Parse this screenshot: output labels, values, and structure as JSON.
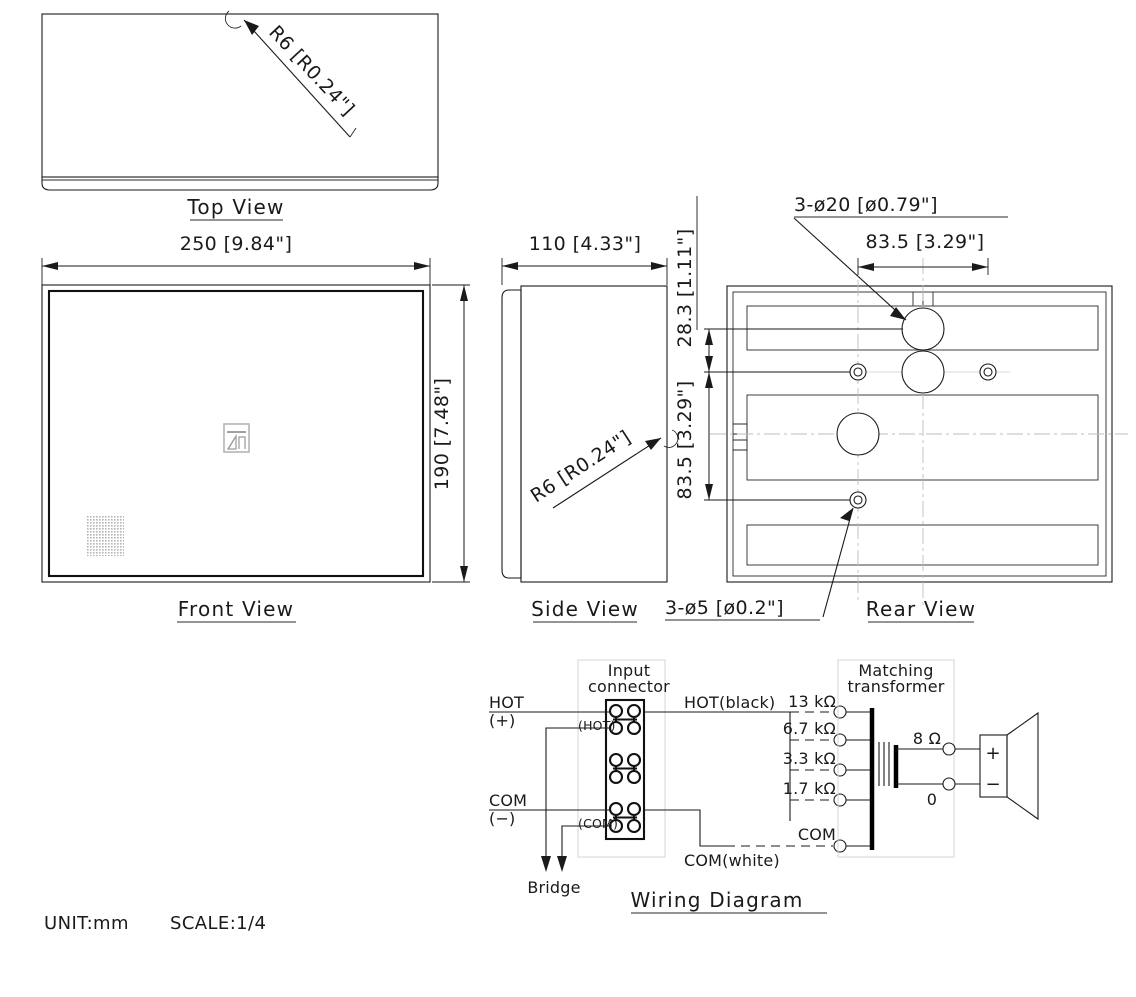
{
  "sheet": {
    "unit_note": "UNIT:mm",
    "scale_note": "SCALE:1/4",
    "background": "#ffffff",
    "line_color": "#1a1a1a"
  },
  "views": {
    "top": {
      "label": "Top View",
      "radius_callout": "R6 [R0.24\"]"
    },
    "front": {
      "label": "Front View",
      "width_dim": "250 [9.84\"]",
      "height_dim": "190 [7.48\"]",
      "logo_name": "manufacturer-logo",
      "grille_name": "speaker-grille-mesh"
    },
    "side": {
      "label": "Side View",
      "depth_dim": "110 [4.33\"]",
      "radius_callout": "R6 [R0.24\"]"
    },
    "rear": {
      "label": "Rear View",
      "large_hole_callout": "3-ø20 [ø0.79\"]",
      "small_hole_callout": "3-ø5 [ø0.2\"]",
      "horizontal_dim": "83.5 [3.29\"]",
      "vertical_dim_top": "28.3 [1.11\"]",
      "vertical_dim_bottom": "83.5 [3.29\"]"
    }
  },
  "wiring": {
    "title": "Wiring Diagram",
    "input_connector_label_line1": "Input",
    "input_connector_label_line2": "connector",
    "matching_transformer_label_line1": "Matching",
    "matching_transformer_label_line2": "transformer",
    "hot_label_line1": "HOT",
    "hot_label_line2": "(+)",
    "com_label_line1": "COM",
    "com_label_line2": "(−)",
    "connector_hot_tag": "(HOT)",
    "connector_com_tag": "(COM)",
    "bridge_label": "Bridge",
    "hot_wire_label": "HOT(black)",
    "com_wire_label": "COM(white)",
    "taps": [
      {
        "value": "13  kΩ"
      },
      {
        "value": "6.7  kΩ"
      },
      {
        "value": "3.3  kΩ"
      },
      {
        "value": "1.7  kΩ"
      },
      {
        "value": "COM"
      }
    ],
    "speaker_impedance": "8  Ω",
    "speaker_zero": "0",
    "speaker_plus": "+",
    "speaker_minus": "−"
  }
}
